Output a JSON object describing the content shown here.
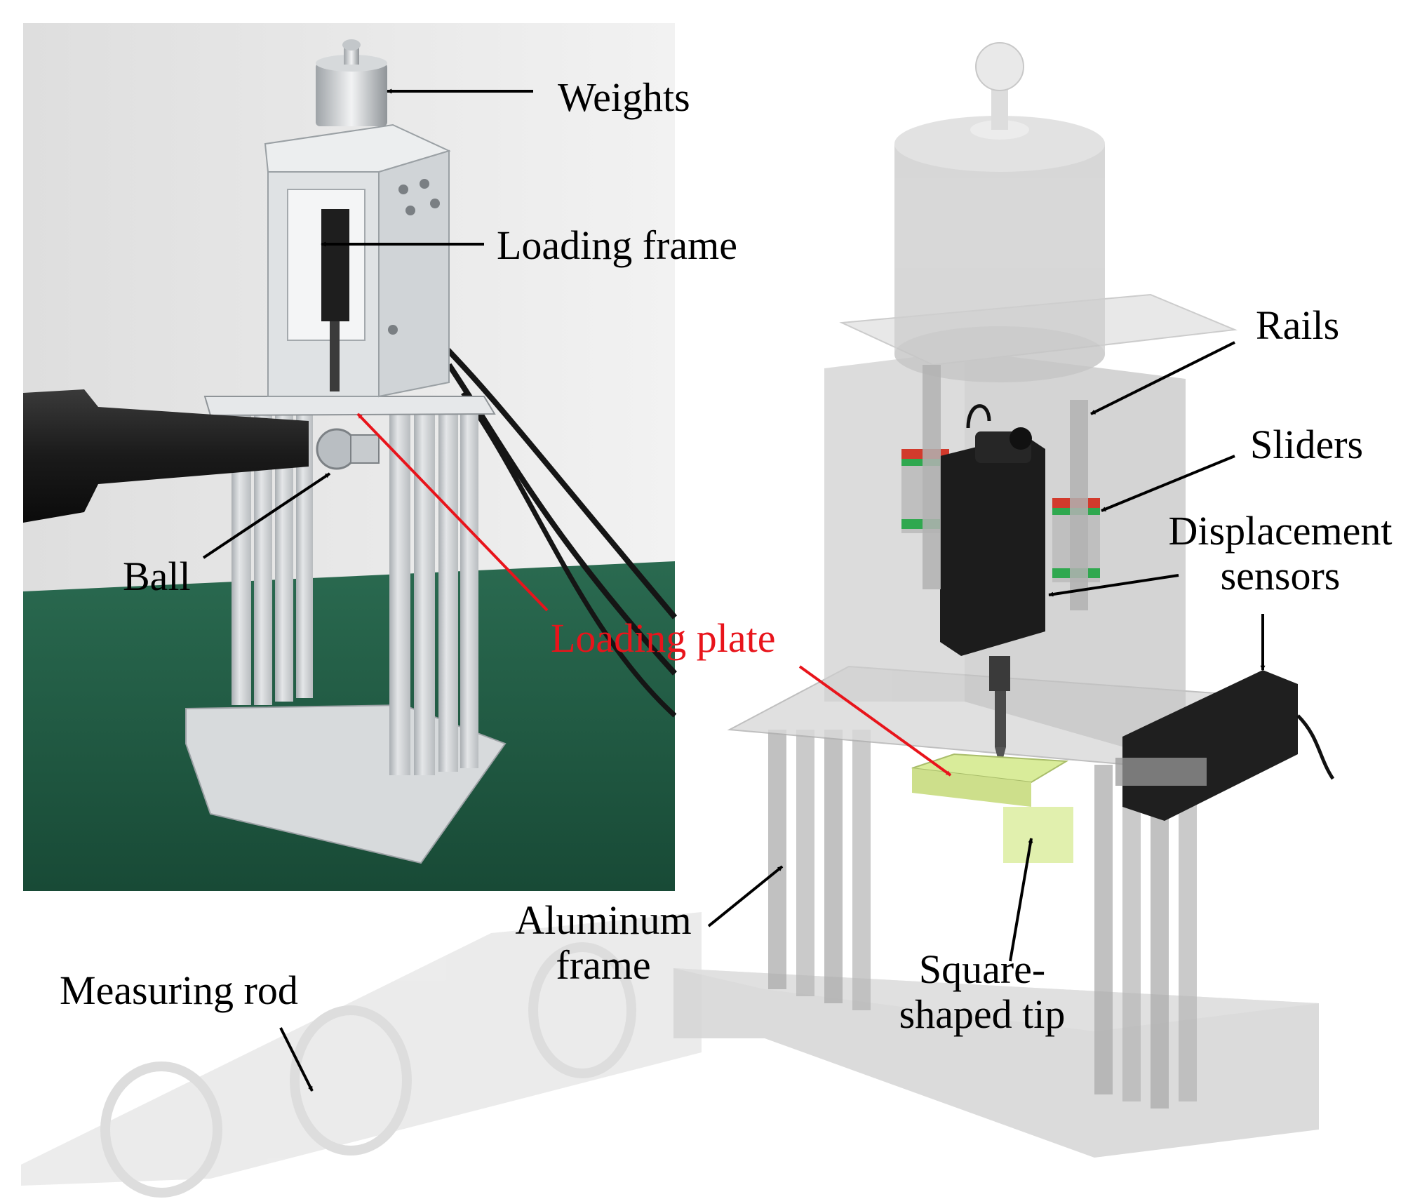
{
  "figure": {
    "labels": {
      "weights": "Weights",
      "loading_frame": "Loading frame",
      "ball": "Ball",
      "loading_plate": "Loading plate",
      "rails": "Rails",
      "sliders": "Sliders",
      "displacement_sensors_line1": "Displacement",
      "displacement_sensors_line2": "sensors",
      "aluminum_frame_line1": "Aluminum",
      "aluminum_frame_line2": "frame",
      "measuring_rod": "Measuring rod",
      "square_tip_line1": "Square-",
      "square_tip_line2": "shaped tip"
    },
    "colors": {
      "annotation_arrow": "#000000",
      "highlight_arrow": "#e8141b",
      "loading_plate_label": "#e8141b",
      "tabletop": "#1f5a43",
      "wall": "#e9e9e9",
      "aluminum": "#c9cdd0",
      "sensor_body": "#1c1c1c",
      "slider_green": "#2fa84f",
      "slider_red": "#d23a2c",
      "tip_yellow_green": "#d9ec9a"
    }
  }
}
